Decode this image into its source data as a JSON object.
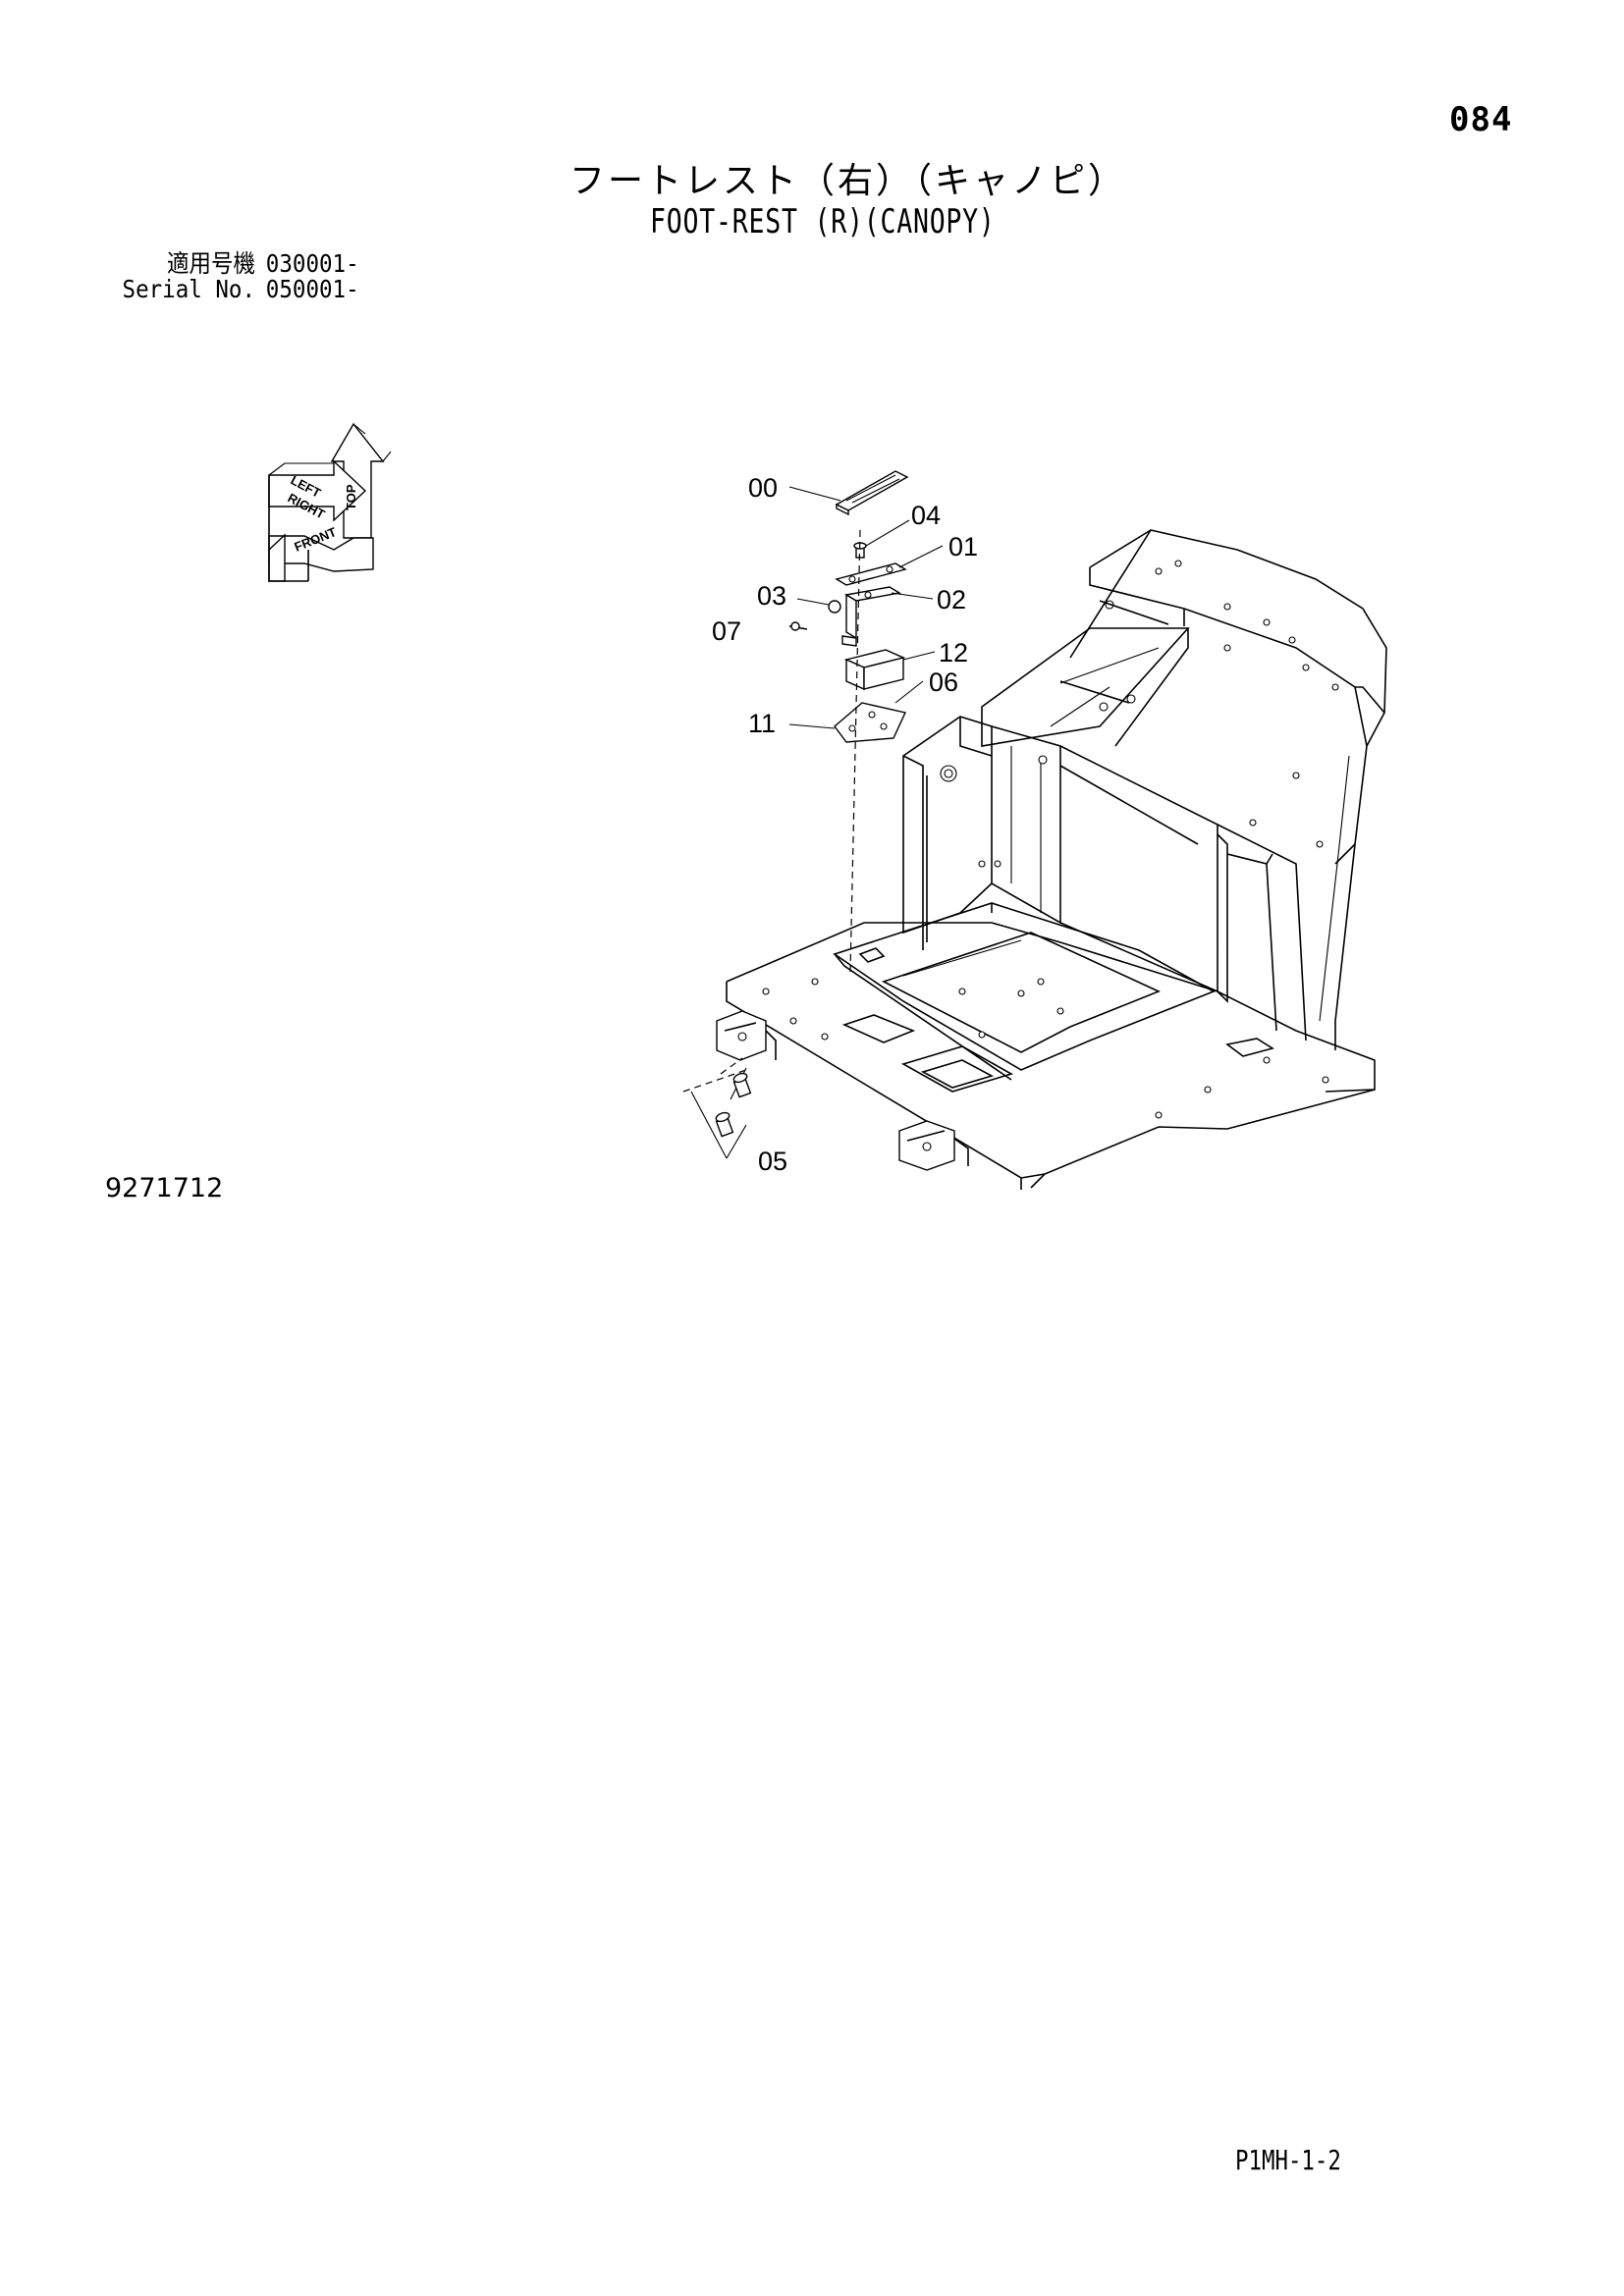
{
  "page_number": "084",
  "title_jp": "フートレスト（右）（キャノピ）",
  "title_en": "FOOT-REST (R)(CANOPY)",
  "serial": {
    "label_jp": "適用号機",
    "value_jp": "030001-",
    "label_en": "Serial No.",
    "value_en": "050001-"
  },
  "orientation": {
    "top": "TOP",
    "right": "RIGHT",
    "front": "FRONT",
    "left": "LEFT"
  },
  "callouts": {
    "c00": "00",
    "c04": "04",
    "c01": "01",
    "c03": "03",
    "c02": "02",
    "c07": "07",
    "c12": "12",
    "c06": "06",
    "c11": "11",
    "c05": "05"
  },
  "drawing_number": "9271712",
  "footer_code": "P1MH-1-2"
}
